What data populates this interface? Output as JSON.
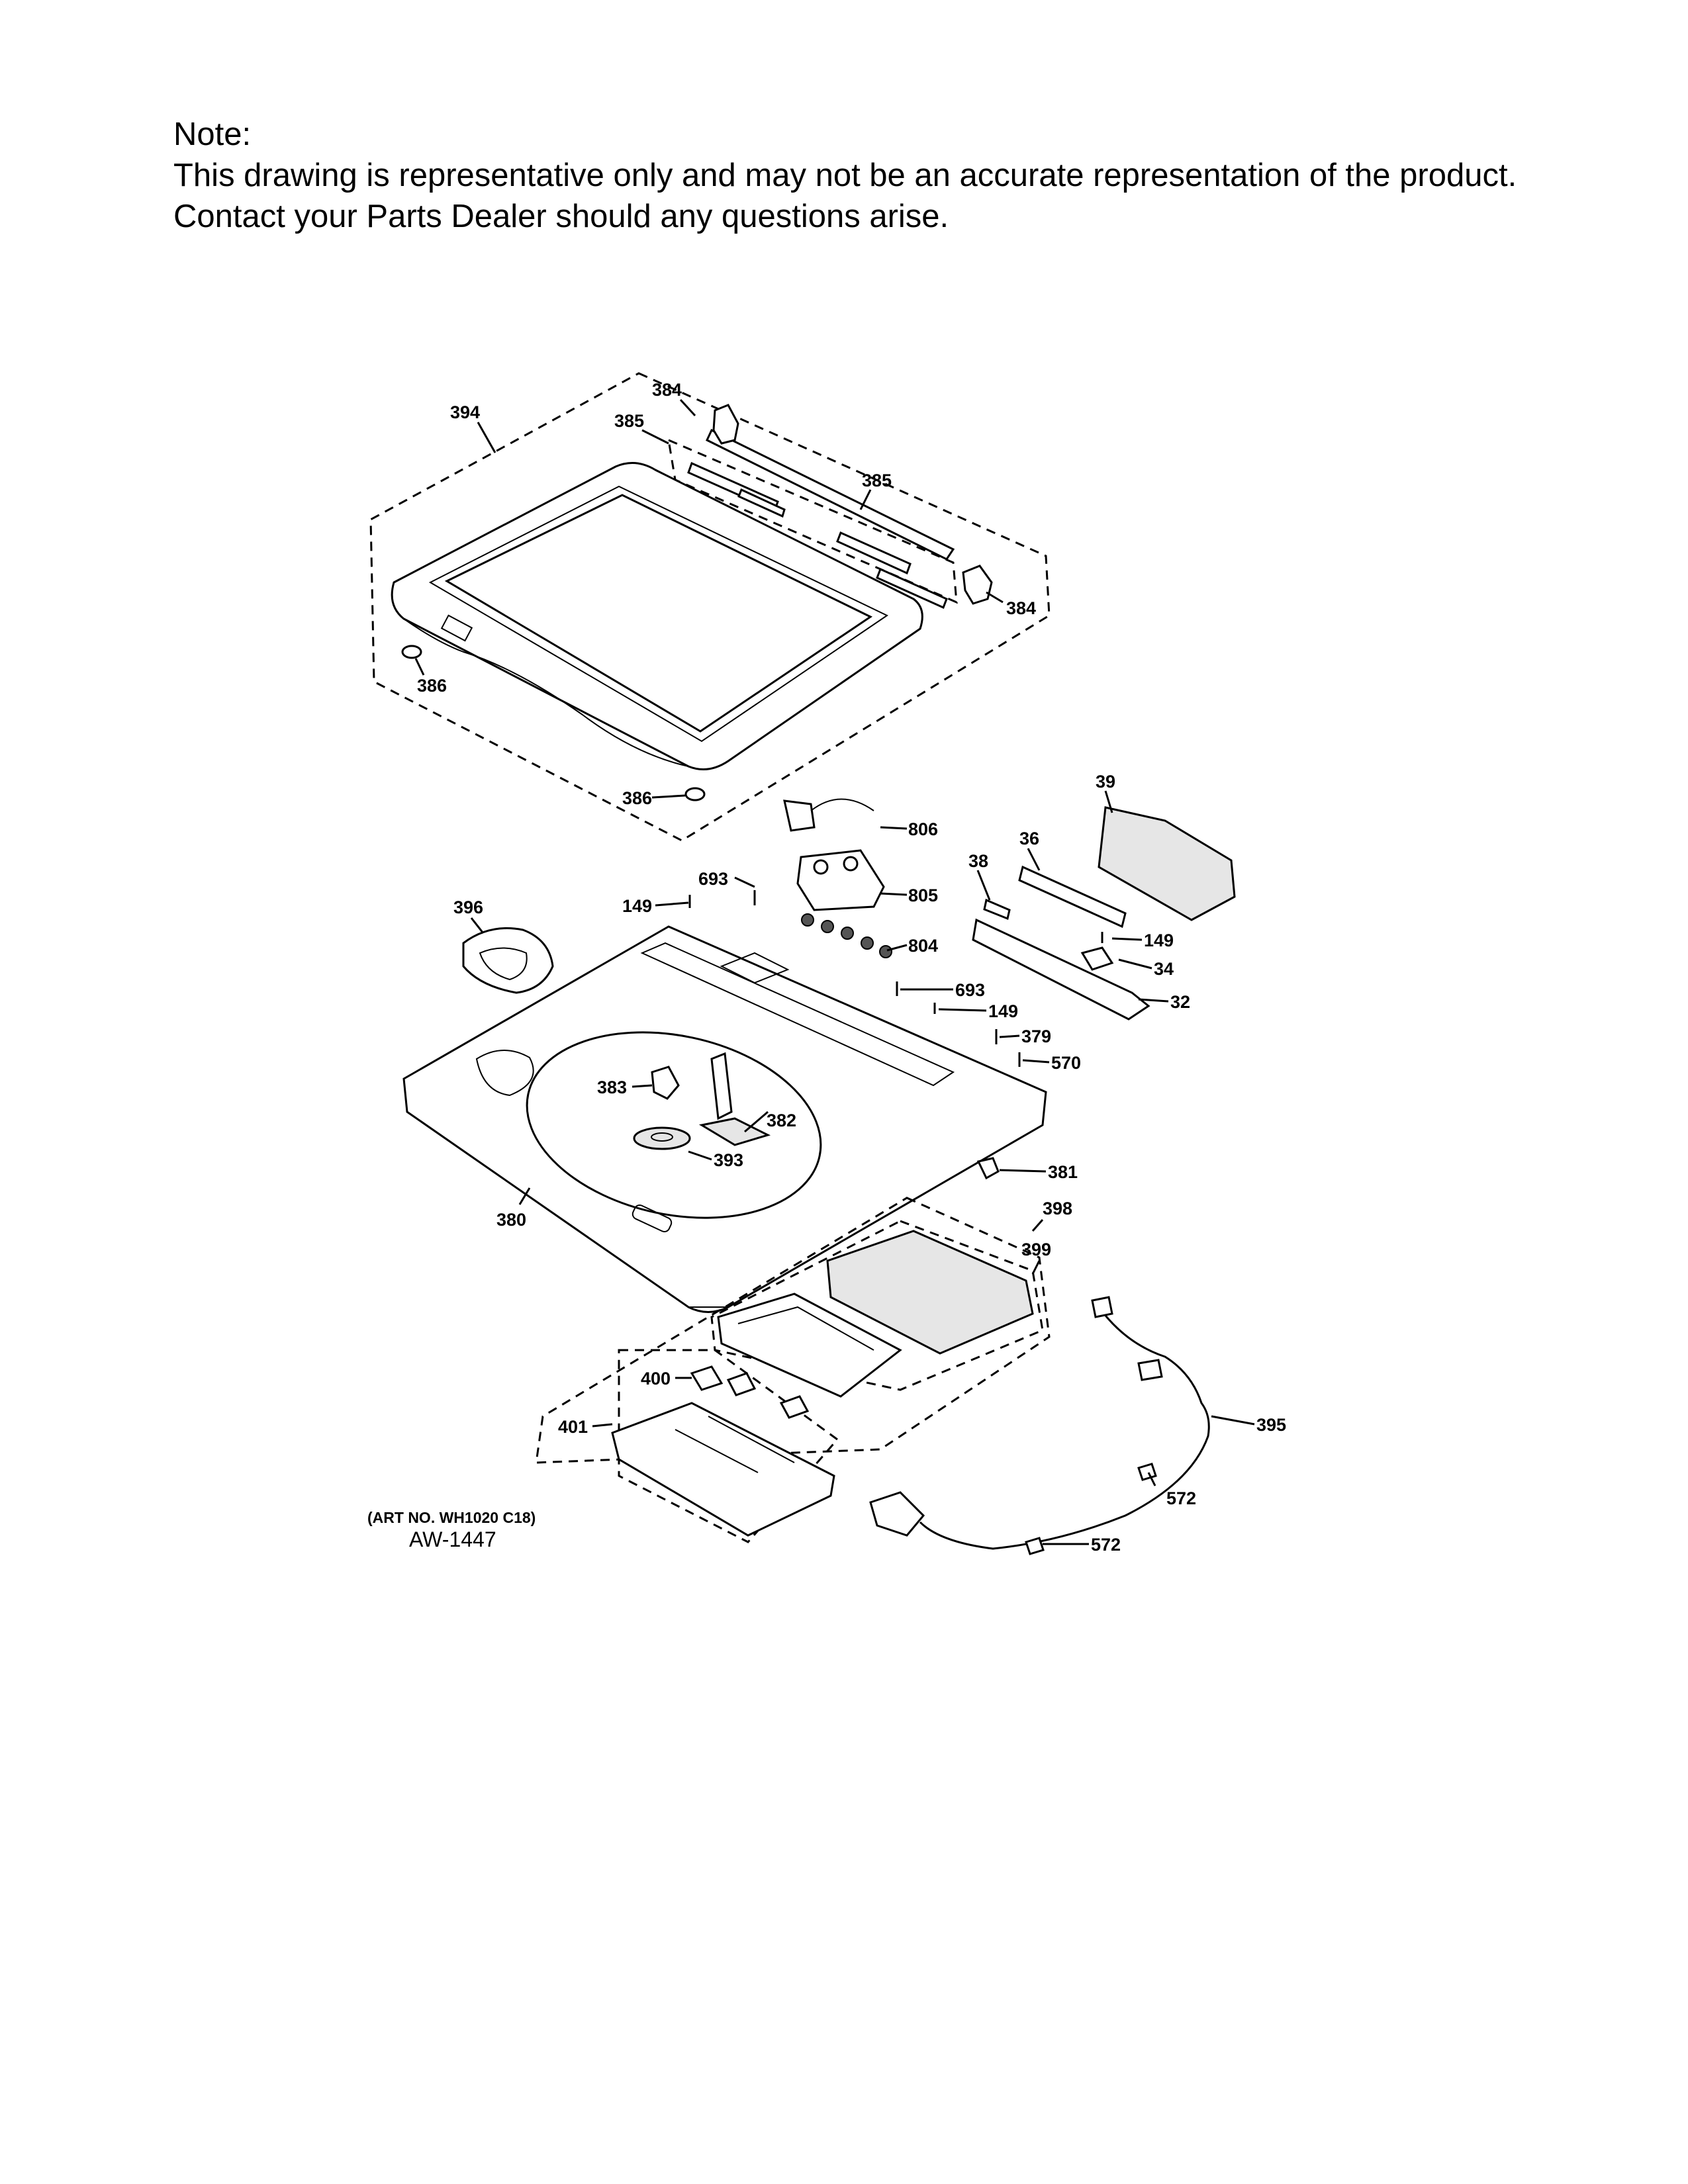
{
  "note": {
    "heading": "Note:",
    "line1": "This drawing is representative only and may not be an accurate representation of the product.",
    "line2": "Contact your Parts Dealer should any questions arise."
  },
  "diagram": {
    "art_number": "(ART NO. WH1020 C18)",
    "aw_number": "AW-1447",
    "callouts": {
      "c394": "394",
      "c384a": "384",
      "c385a": "385",
      "c385b": "385",
      "c384b": "384",
      "c386a": "386",
      "c386b": "386",
      "c806": "806",
      "c693a": "693",
      "c805": "805",
      "c149a": "149",
      "c396": "396",
      "c804": "804",
      "c39": "39",
      "c36": "36",
      "c38": "38",
      "c149b": "149",
      "c34": "34",
      "c32": "32",
      "c693b": "693",
      "c149c": "149",
      "c379": "379",
      "c570": "570",
      "c383": "383",
      "c382": "382",
      "c393": "393",
      "c381": "381",
      "c398": "398",
      "c380": "380",
      "c399": "399",
      "c400": "400",
      "c401": "401",
      "c395": "395",
      "c572a": "572",
      "c572b": "572"
    }
  }
}
